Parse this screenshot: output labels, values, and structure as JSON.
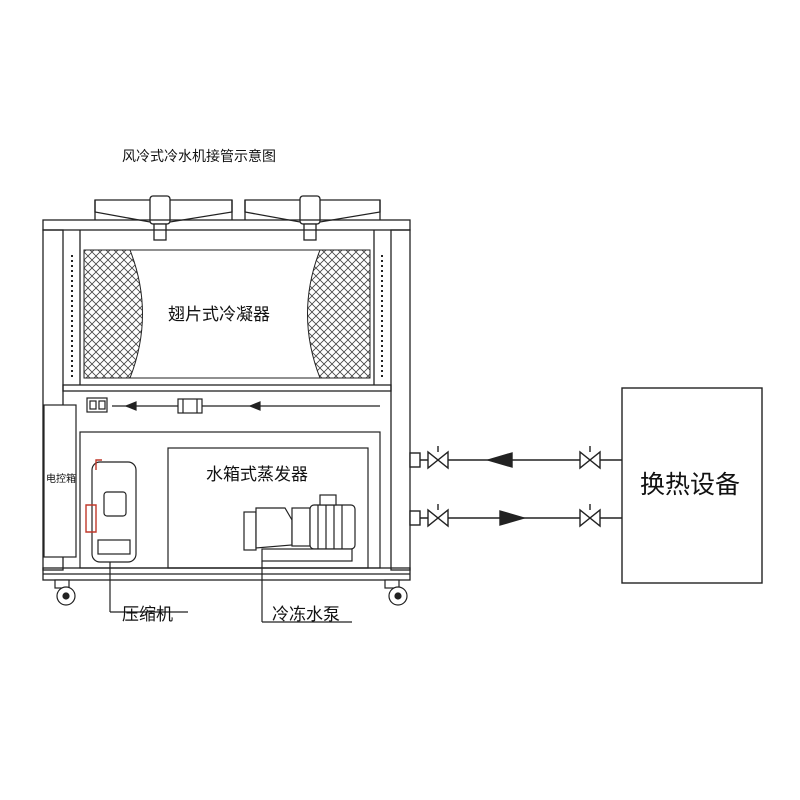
{
  "diagram": {
    "title": "风冷式冷水机接管示意图",
    "labels": {
      "condenser": "翅片式冷凝器",
      "evaporator": "水箱式蒸发器",
      "electric_box": "电控箱",
      "compressor": "压缩机",
      "pump": "冷冻水泵",
      "heat_exchanger": "换热设备"
    },
    "colors": {
      "line": "#222222",
      "mesh": "#555555",
      "accent": "#c0392b"
    }
  }
}
